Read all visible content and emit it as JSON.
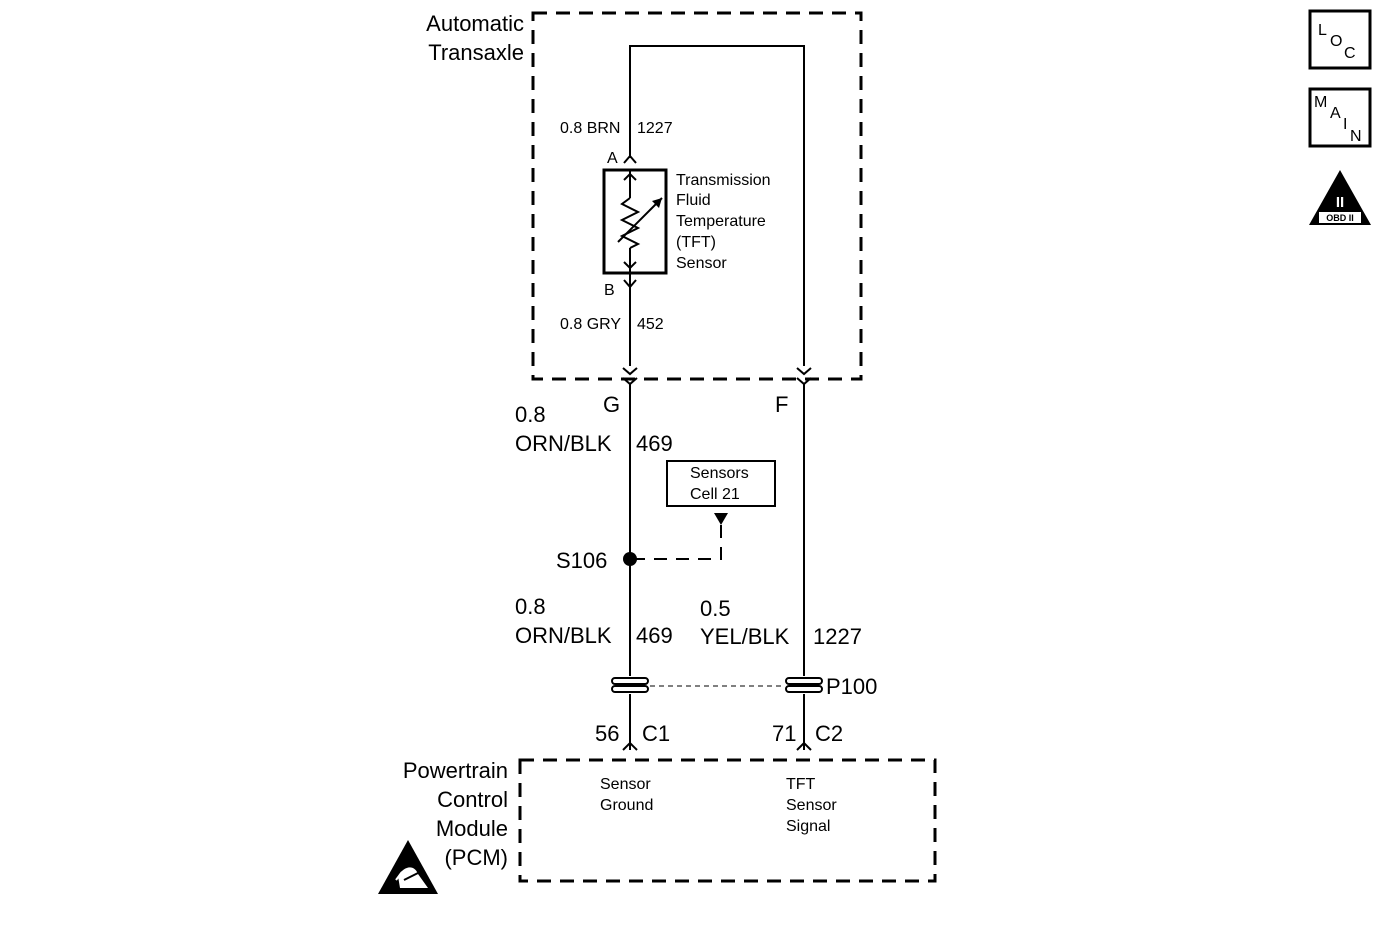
{
  "transaxle": {
    "line1": "Automatic",
    "line2": "Transaxle"
  },
  "sensor": {
    "line1": "Transmission",
    "line2": "Fluid",
    "line3": "Temperature",
    "line4": "(TFT)",
    "line5": "Sensor",
    "pin_a": "A",
    "pin_b": "B"
  },
  "wires": {
    "top_size": "0.8 BRN",
    "top_circuit": "1227",
    "gry_size": "0.8 GRY",
    "gry_circuit": "452",
    "left_upper_gauge": "0.8",
    "left_upper_color": "ORN/BLK",
    "left_upper_circuit": "469",
    "left_lower_gauge": "0.8",
    "left_lower_color": "ORN/BLK",
    "left_lower_circuit": "469",
    "right_lower_gauge": "0.5",
    "right_lower_color": "YEL/BLK",
    "right_lower_circuit": "1227"
  },
  "connectors": {
    "g": "G",
    "f": "F",
    "p100": "P100",
    "pin_56": "56",
    "c1": "C1",
    "pin_71": "71",
    "c2": "C2"
  },
  "splice": {
    "label": "S106"
  },
  "ref_box": {
    "line1": "Sensors",
    "line2": "Cell 21"
  },
  "pcm": {
    "line1": "Powertrain",
    "line2": "Control",
    "line3": "Module",
    "line4": "(PCM)",
    "ground_line1": "Sensor",
    "ground_line2": "Ground",
    "signal_line1": "TFT",
    "signal_line2": "Sensor",
    "signal_line3": "Signal"
  },
  "icons": {
    "loc": {
      "l": "L",
      "o": "O",
      "c": "C"
    },
    "main": {
      "m": "M",
      "a": "A",
      "i": "I",
      "n": "N"
    },
    "obd": {
      "roman": "II",
      "label": "OBD II"
    },
    "esd": "esd-warning-icon"
  }
}
